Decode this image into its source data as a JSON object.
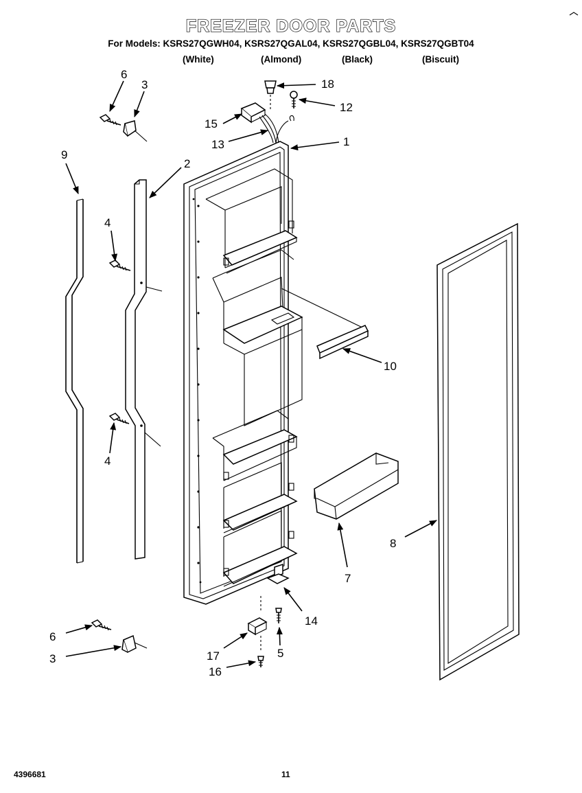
{
  "header": {
    "title": "FREEZER DOOR PARTS",
    "models_line": "For Models: KSRS27QGWH04, KSRS27QGAL04, KSRS27QGBL04, KSRS27QGBT04",
    "variants": [
      "(White)",
      "(Almond)",
      "(Black)",
      "(Biscuit)"
    ]
  },
  "callouts": {
    "c1": "1",
    "c2": "2",
    "c3a": "3",
    "c3b": "3",
    "c4a": "4",
    "c4b": "4",
    "c5": "5",
    "c6a": "6",
    "c6b": "6",
    "c7": "7",
    "c8": "8",
    "c9": "9",
    "c10": "10",
    "c12": "12",
    "c13": "13",
    "c14": "14",
    "c15": "15",
    "c16": "16",
    "c17": "17",
    "c18": "18"
  },
  "footer": {
    "doc_number": "4396681",
    "page_number": "11"
  }
}
